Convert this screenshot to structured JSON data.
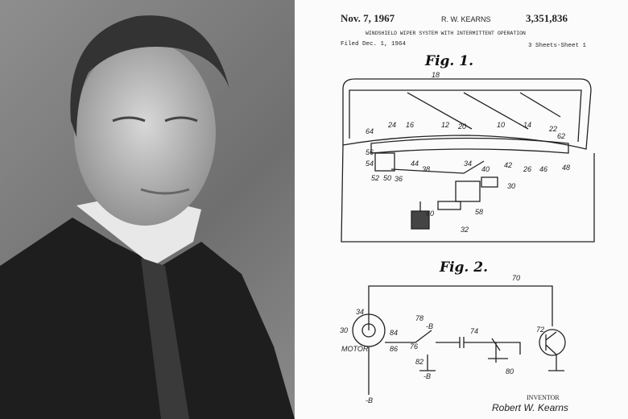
{
  "patent": {
    "date": "Nov. 7, 1967",
    "inventor_header": "R. W. KEARNS",
    "number": "3,351,836",
    "title": "WINDSHIELD WIPER SYSTEM WITH INTERMITTENT OPERATION",
    "filed": "Filed Dec. 1, 1964",
    "sheets": "3 Sheets-Sheet 1",
    "fig1_title": "Fig. 1.",
    "fig2_title": "Fig. 2.",
    "inventor_caption": "INVENTOR",
    "inventor_signature": "Robert W. Kearns",
    "fig1_labels": [
      "18",
      "64",
      "24",
      "16",
      "12",
      "20",
      "10",
      "14",
      "22",
      "62",
      "56",
      "54",
      "44",
      "34",
      "40",
      "42",
      "26",
      "46",
      "48",
      "52",
      "50",
      "36",
      "38",
      "30",
      "60",
      "58",
      "32"
    ],
    "fig2_labels": [
      "70",
      "34",
      "30",
      "84",
      "86",
      "MOTOR",
      "78",
      "-B",
      "76",
      "74",
      "72",
      "82",
      "80",
      "-B",
      "-B"
    ]
  }
}
